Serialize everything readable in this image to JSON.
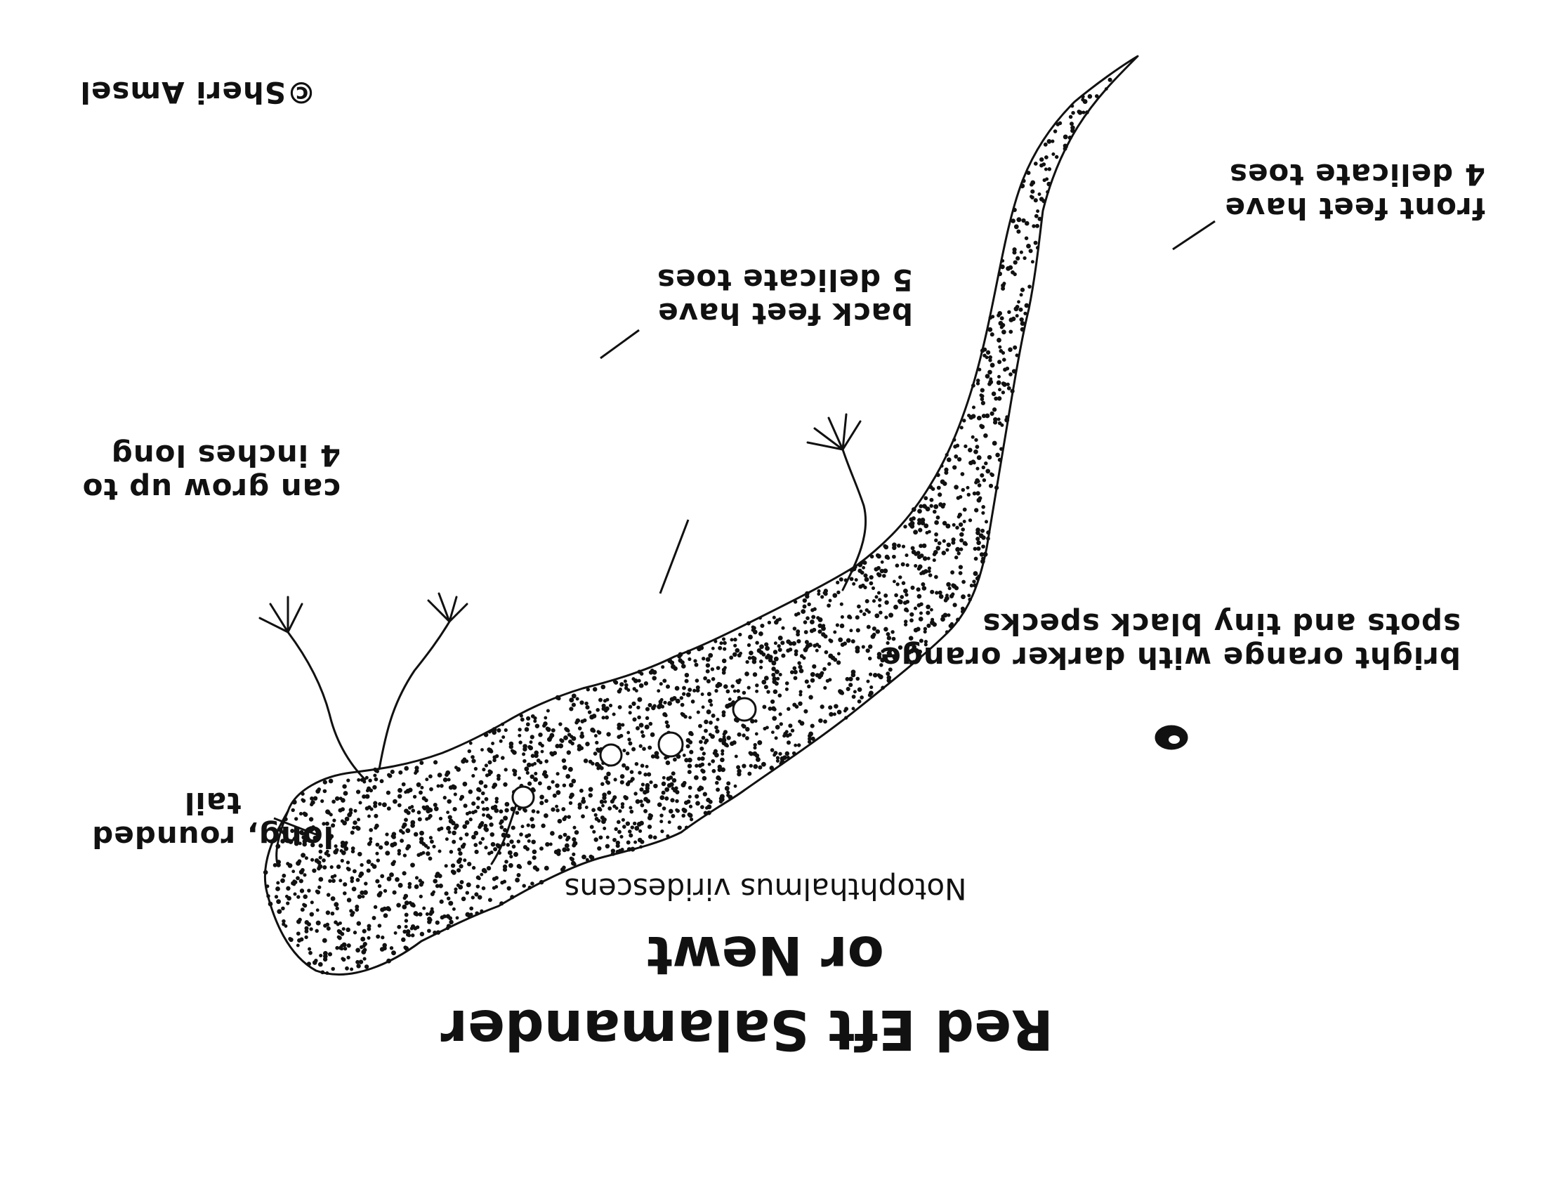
{
  "copyright": "©Sheri Amsel",
  "title": {
    "main": "Red Eft Salamander",
    "sub": "or Newt",
    "scientific": "Notophthalmus viridescens"
  },
  "labels": {
    "front_feet": [
      "front feet have",
      "4 delicate toes"
    ],
    "back_feet": [
      "back feet have",
      "5 delicate toes"
    ],
    "size": [
      "can grow up to",
      "4 inches long"
    ],
    "coloring": [
      "bright orange with darker orange",
      "spots and tiny black specks"
    ],
    "tail": [
      "long, rounded",
      "tail"
    ]
  },
  "colors": {
    "ink": "#111111",
    "paper": "#ffffff"
  }
}
